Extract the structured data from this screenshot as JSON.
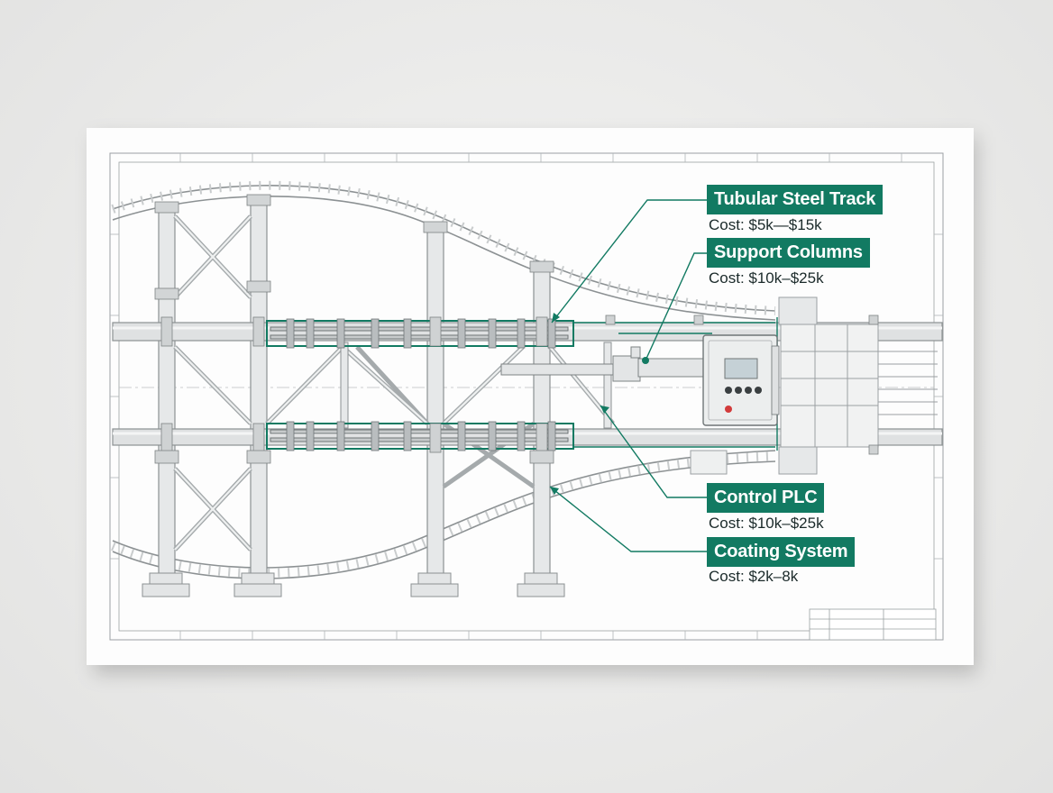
{
  "callouts": [
    {
      "title": "Tubular Steel Track",
      "cost": "Cost: $5k—$15k"
    },
    {
      "title": "Support Columns",
      "cost": "Cost: $10k–$25k"
    },
    {
      "title": "Control PLC",
      "cost": "Cost: $10k–$25k"
    },
    {
      "title": "Coating System",
      "cost": "Cost: $2k–8k"
    }
  ],
  "colors": {
    "accent": "#127a62",
    "line": "#8a8f90",
    "structure": "#d7d9da"
  }
}
